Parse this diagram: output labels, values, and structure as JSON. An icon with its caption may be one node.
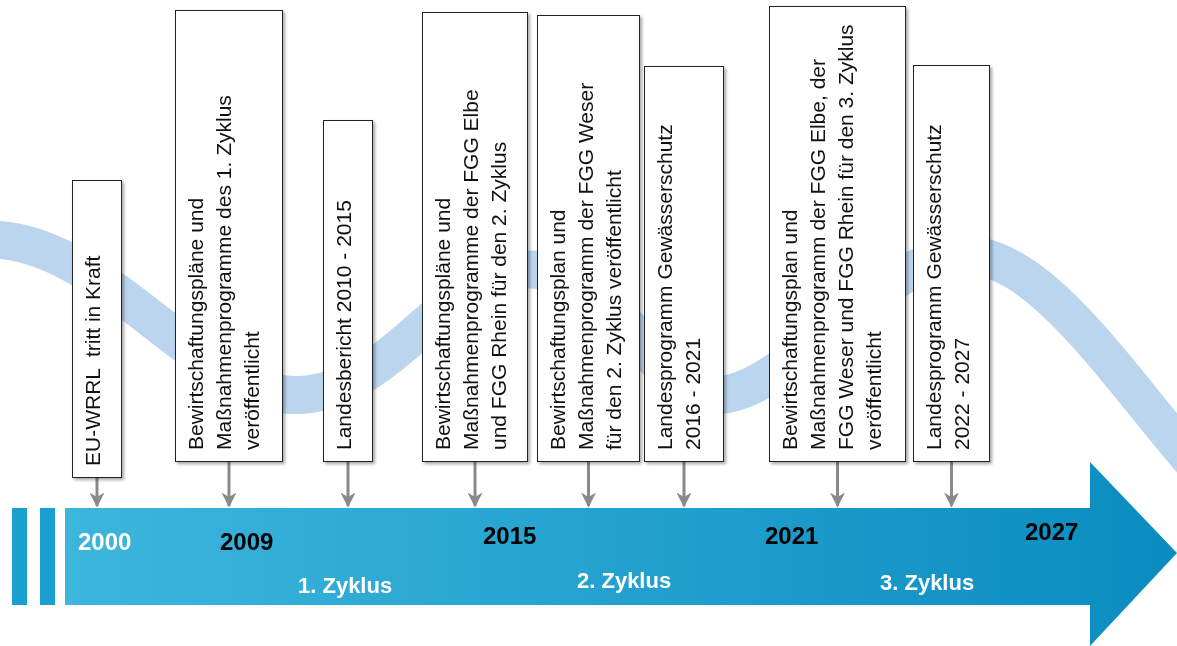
{
  "diagram": {
    "nodes": [
      {
        "text": [
          "EU-WRRL  tritt in Kraft"
        ]
      },
      {
        "text": [
          "Bewirtschaftungspläne und Maßnahmenprogramme des 1. Zyklus veröffentlicht"
        ]
      },
      {
        "text": [
          "Landesbericht 2010 - 2015"
        ]
      },
      {
        "text": [
          "Bewirtschaftungspläne und Maßnahmenprogramme der FGG Elbe und FGG Rhein für den 2. Zyklus"
        ]
      },
      {
        "text": [
          "Bewirtschaftungsplan und Maßnahmenprogramm der FGG Weser für den 2. Zyklus veröffentlicht"
        ]
      },
      {
        "text": [
          "Landesprogramm Gewässerschutz 2016 - 2021"
        ]
      },
      {
        "text": [
          "Bewirtschaftungsplan und Maßnahmenprogramm der FGG Elbe, der FGG Weser und FGG Rhein für den 3. Zyklus veröffentlicht"
        ]
      },
      {
        "text": [
          "Landesprogramm Gewässerschutz 2022 - 2027"
        ]
      },
      {
        "text": [],
        "shape": "arrow"
      }
    ],
    "edges": [
      {
        "from": 0,
        "to": 8,
        "arrow": "to"
      },
      {
        "from": 1,
        "to": 8,
        "arrow": "to"
      },
      {
        "from": 2,
        "to": 8,
        "arrow": "to"
      },
      {
        "from": 3,
        "to": 8,
        "arrow": "to"
      },
      {
        "from": 4,
        "to": 8,
        "arrow": "to"
      },
      {
        "from": 5,
        "to": 8,
        "arrow": "to"
      },
      {
        "from": 6,
        "to": 8,
        "arrow": "to"
      },
      {
        "from": 7,
        "to": 8,
        "arrow": "to"
      }
    ],
    "labels": [
      "2000",
      "2009",
      "2015",
      "2021",
      "2027",
      "1. Zyklus",
      "2. Zyklus",
      "3. Zyklus"
    ]
  }
}
